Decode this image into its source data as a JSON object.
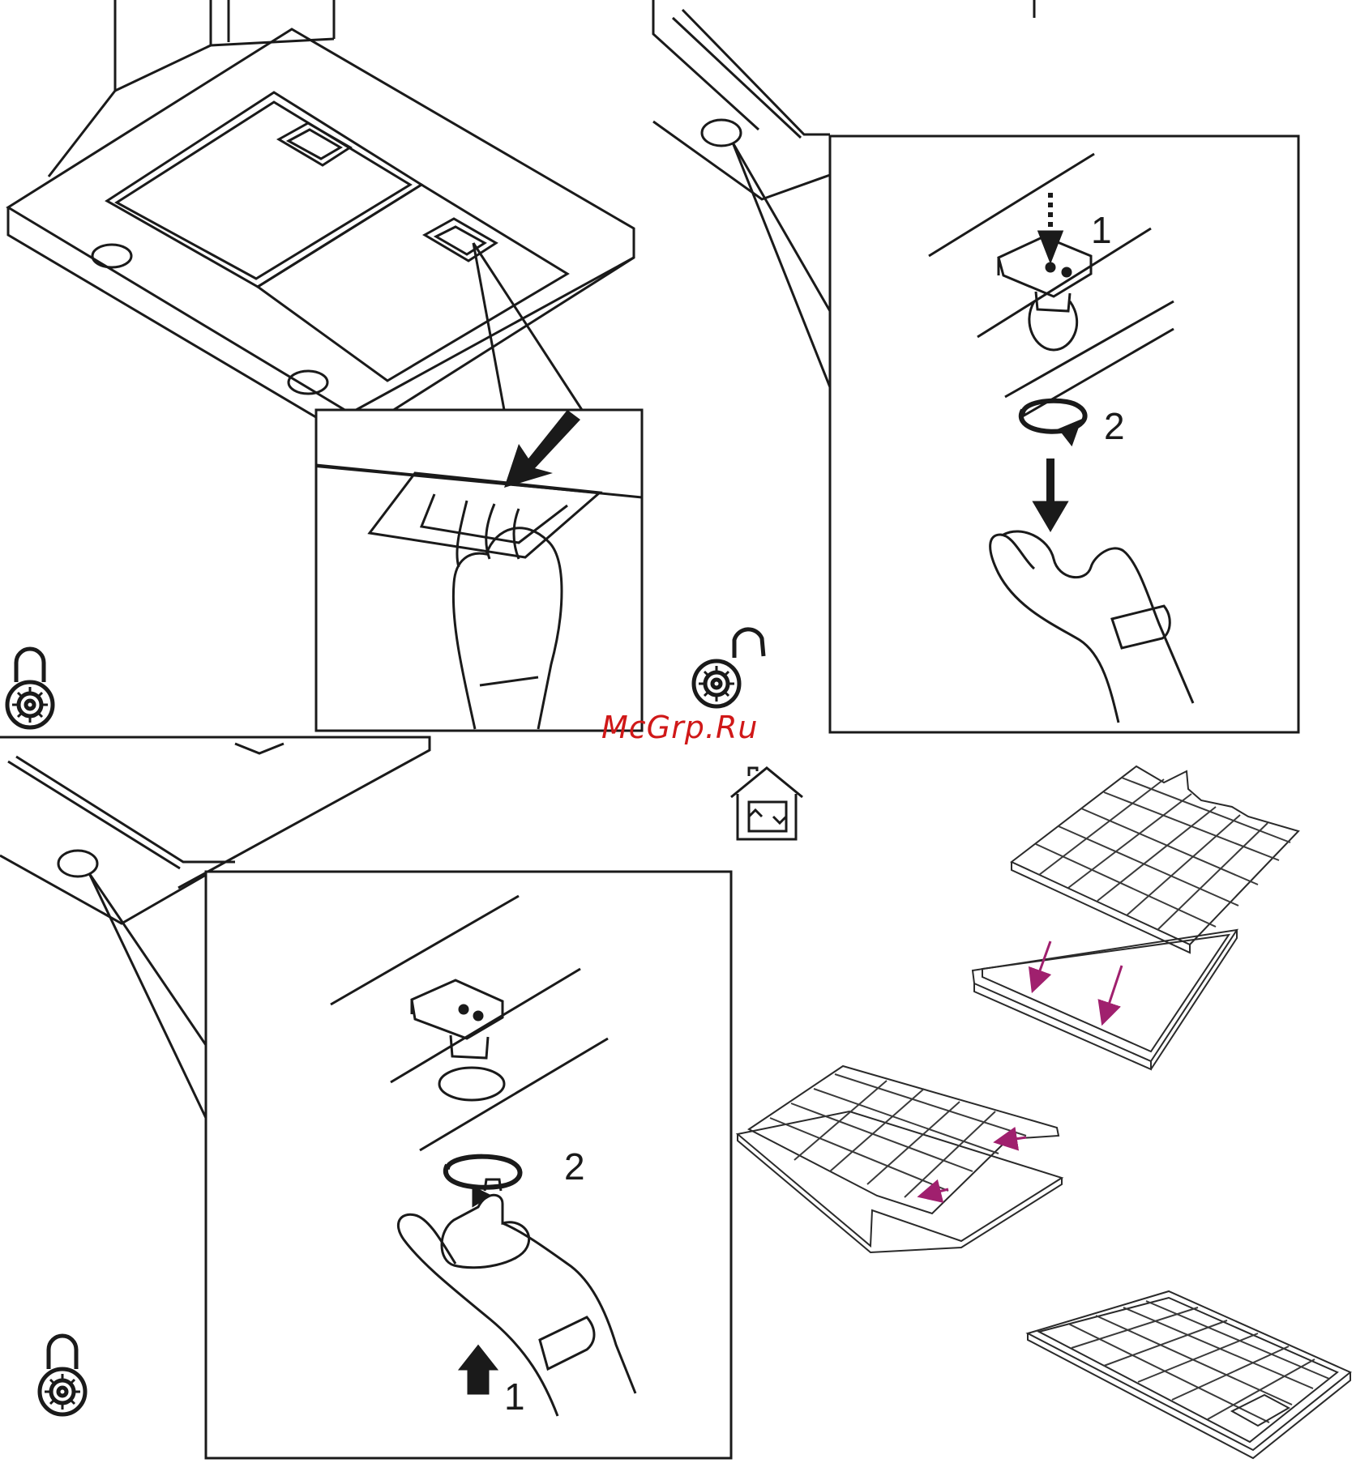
{
  "steps": {
    "lamp_remove": {
      "push": "1",
      "rotate": "2"
    },
    "lamp_install": {
      "rotate": "2",
      "push": "1"
    }
  },
  "icons": {
    "locked": "padlock-closed-icon",
    "unlocked": "padlock-open-icon",
    "recirculation": "house-recirculation-icon"
  },
  "watermark": "McGrp.Ru",
  "colors": {
    "line": "#1a1a1a",
    "watermark": "#d01818",
    "arrow_accent": "#a0206e"
  }
}
